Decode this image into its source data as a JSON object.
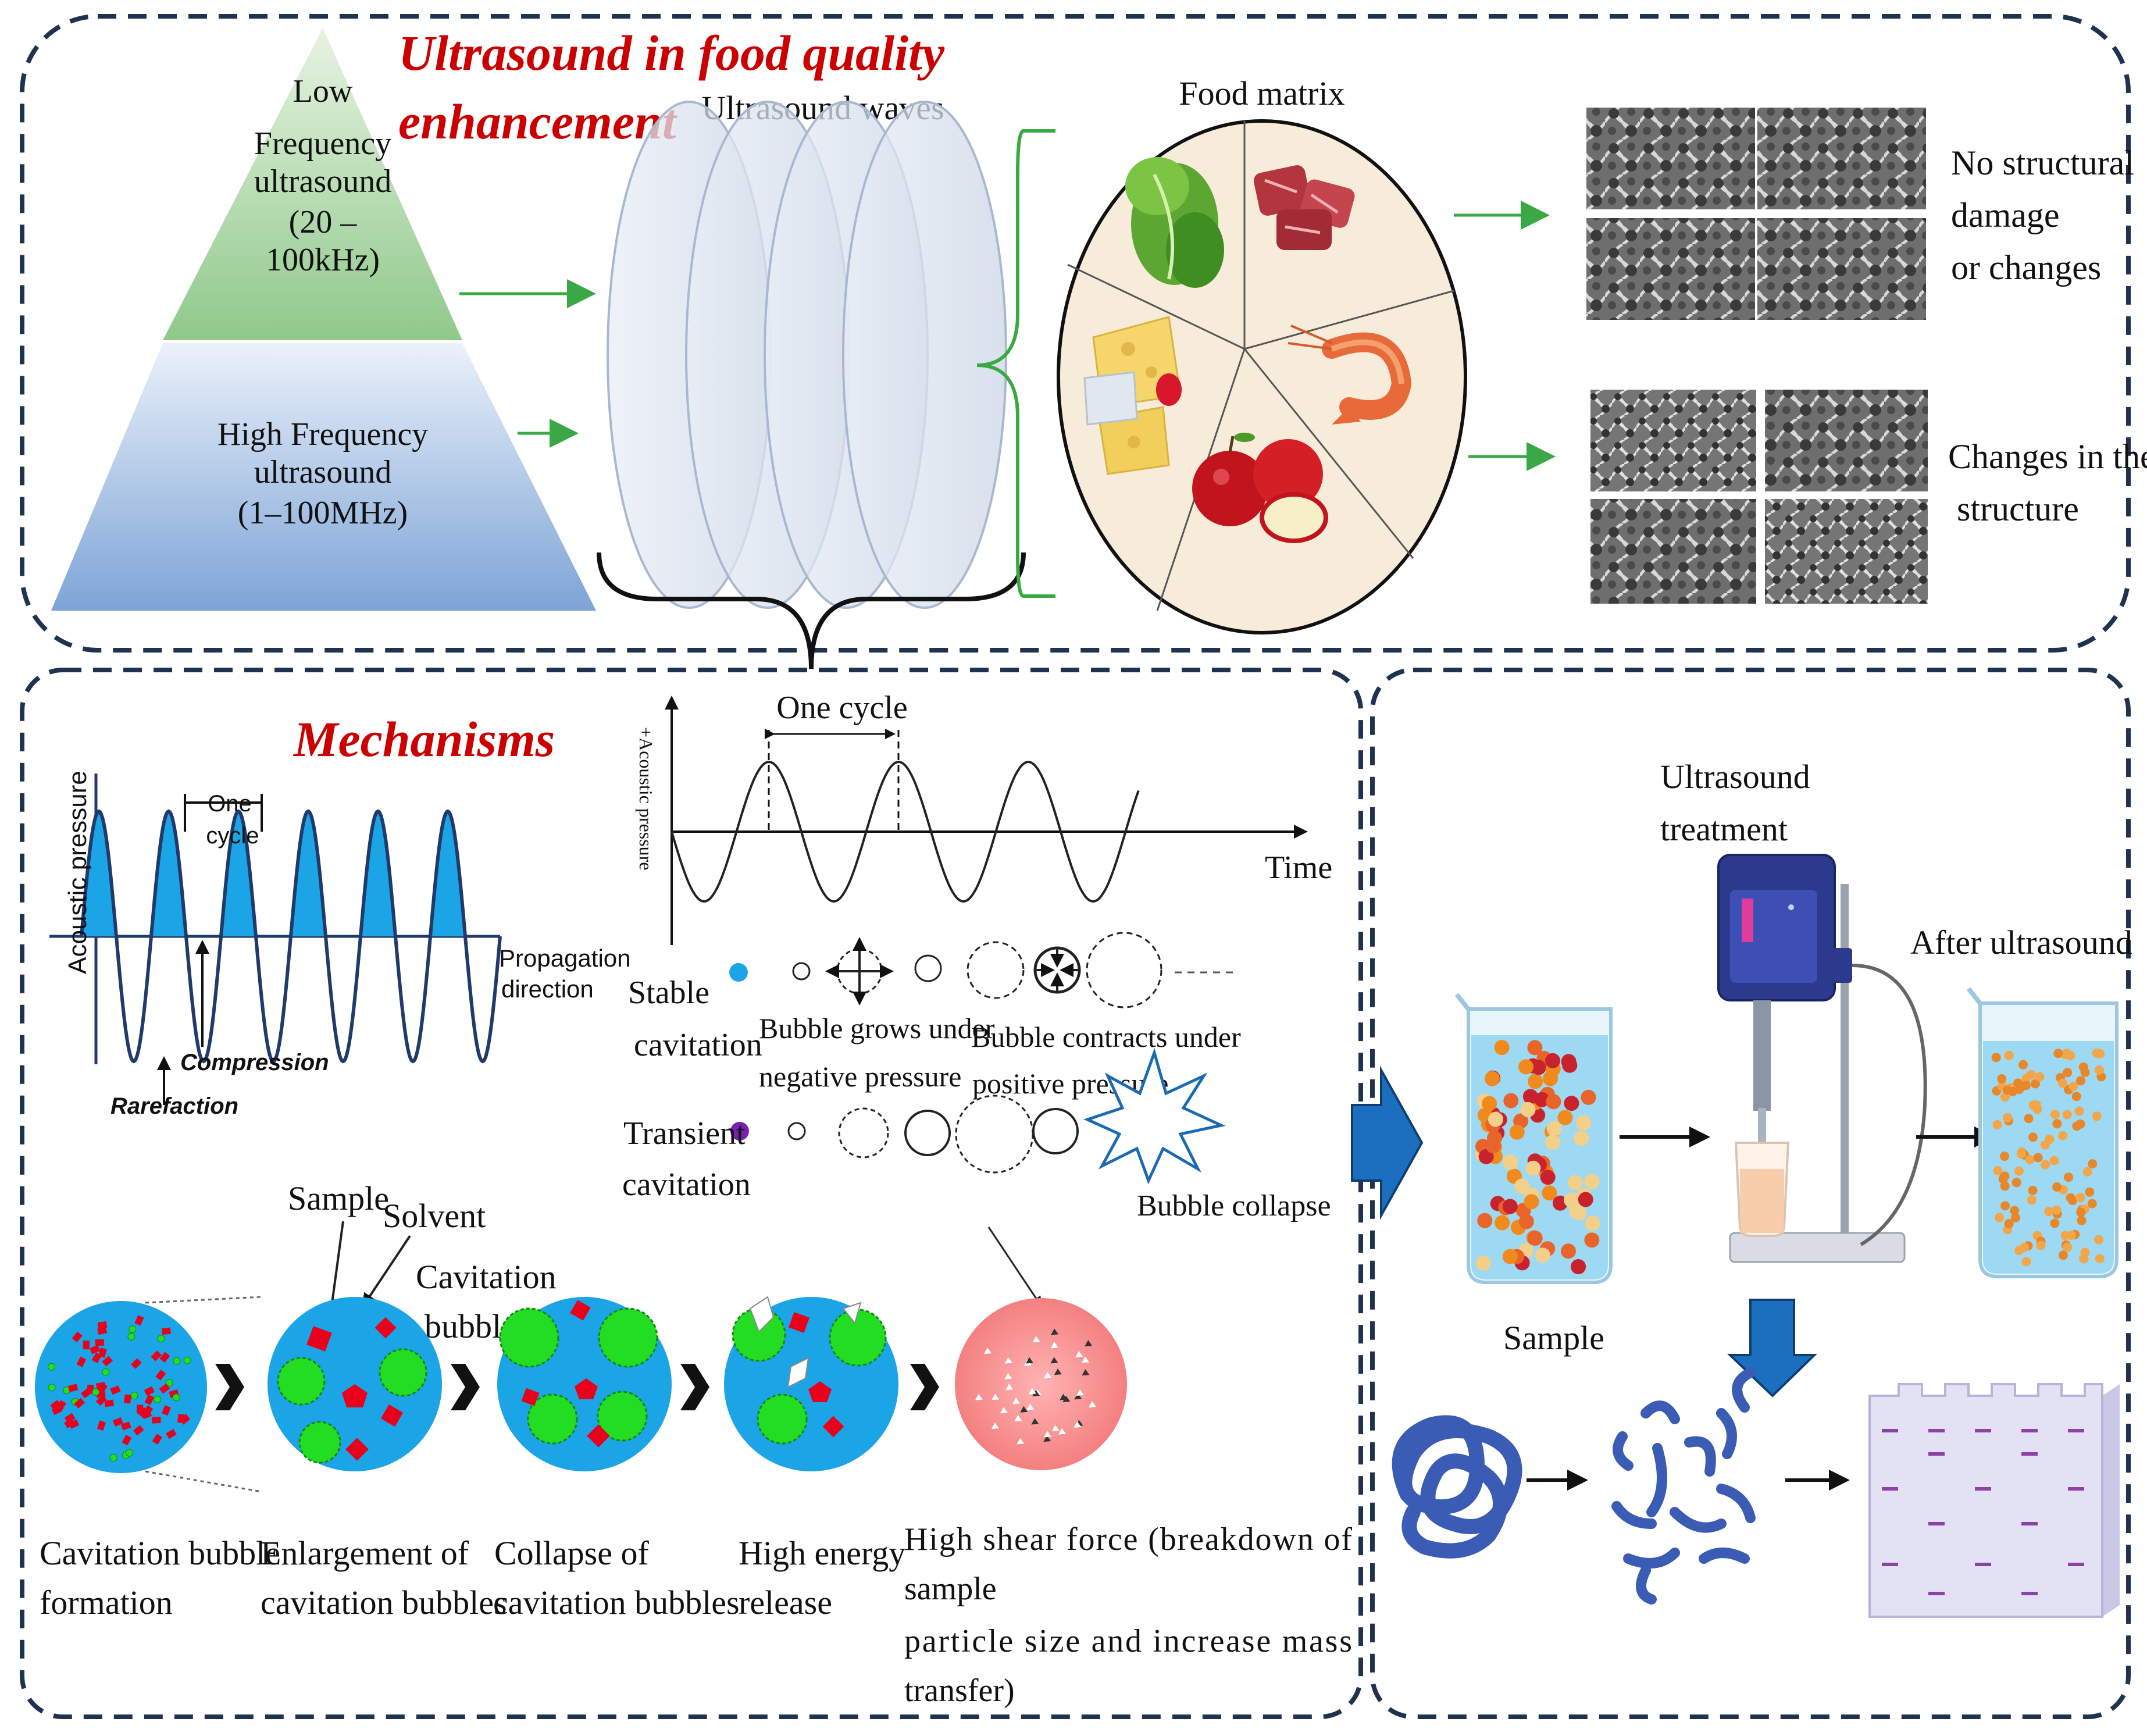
{
  "top": {
    "title_line1": "Ultrasound in food quality",
    "title_line2": "enhancement",
    "low_freq": [
      "Low",
      "Frequency",
      "ultrasound",
      "(20 –",
      "100kHz)"
    ],
    "high_freq": [
      "High Frequency",
      "ultrasound",
      "(1–100MHz)"
    ],
    "waves_label": "Ultrasound waves",
    "food_matrix_label": "Food matrix",
    "no_damage": [
      "No structural",
      "damage",
      "or changes"
    ],
    "changes": [
      "Changes in the",
      "structure"
    ]
  },
  "mechanisms": {
    "title": "Mechanisms",
    "wave1": {
      "ylabel": "Acoustic pressure",
      "one_cycle": [
        "One",
        "cycle"
      ],
      "propagation": [
        "Propagation",
        "direction"
      ],
      "compression": "Compression",
      "rarefaction": "Rarefaction"
    },
    "wave2": {
      "one_cycle": "One cycle",
      "ylabel": "+Acoustic pressure",
      "xlabel": "Time"
    },
    "stable": [
      "Stable",
      "cavitation"
    ],
    "grows": [
      "Bubble grows under",
      "negative pressure"
    ],
    "contracts": [
      "Bubble contracts under",
      "positive pressure"
    ],
    "transient": [
      "Transient",
      "cavitation"
    ],
    "collapse": "Bubble collapse",
    "sample": "Sample",
    "solvent": "Solvent",
    "cav_bubble": [
      "Cavitation",
      "bubble"
    ],
    "steps": [
      [
        "Cavitation bubble",
        "formation"
      ],
      [
        "Enlargement of",
        "cavitation bubbles"
      ],
      [
        "Collapse of",
        "cavitation bubbles"
      ],
      [
        "High energy",
        "release"
      ],
      [
        "High shear force (breakdown of",
        "sample",
        "particle size and increase mass",
        "transfer)"
      ]
    ]
  },
  "treatment": {
    "ultrasound_treatment": [
      "Ultrasound",
      "treatment"
    ],
    "after": "After ultrasound",
    "sample": "Sample"
  },
  "colors": {
    "dash": "#1f3350",
    "title_red": "#cc0000",
    "green_arrow": "#3aa845",
    "cavity_blue": "#1ba4e6",
    "bubble_green": "#22dd22",
    "particle_red": "#e8001c",
    "device_blue": "#2b3a8c"
  }
}
